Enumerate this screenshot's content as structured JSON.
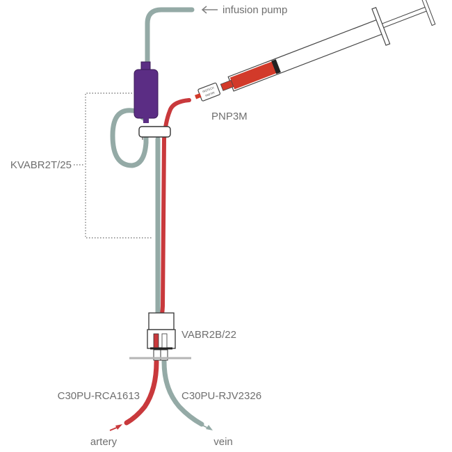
{
  "labels": {
    "infusion_pump": "infusion pump",
    "syringe_connector": "PNP3M",
    "bracket": "KVABR2T/25",
    "button_adapter": "VABR2B/22",
    "arterial_catheter": "C30PU-RCA1613",
    "venous_catheter": "C30PU-RJV2326",
    "artery": "artery",
    "vein": "vein"
  },
  "connector_marking": {
    "line1": "INSTECH",
    "line2": "PNP3M"
  },
  "colors": {
    "arterial_red": "#c9393c",
    "venous_gray": "#94aaa6",
    "swivel_purple": "#5b2d84",
    "syringe_blood": "#d23a2a",
    "outline": "#333333",
    "label_gray": "#6f6f6f",
    "dotted_gray": "#808080"
  }
}
